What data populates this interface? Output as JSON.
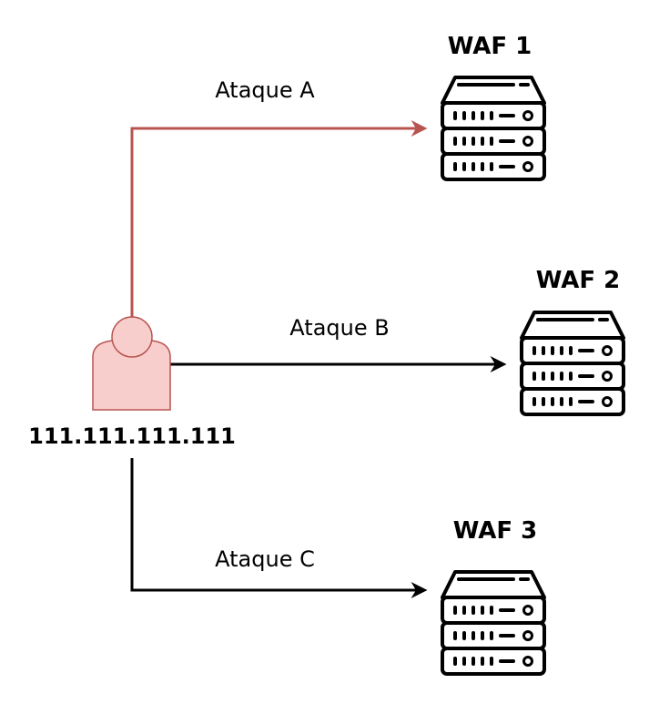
{
  "attacker": {
    "icon": "user-icon",
    "ip": "111.111.111.111",
    "fill": "#f8cecc",
    "stroke": "#b85450"
  },
  "attacks": [
    {
      "label": "Ataque A",
      "target": "WAF 1",
      "color": "#b85450"
    },
    {
      "label": "Ataque B",
      "target": "WAF 2",
      "color": "#000000"
    },
    {
      "label": "Ataque C",
      "target": "WAF 3",
      "color": "#000000"
    }
  ],
  "wafs": [
    {
      "label": "WAF 1",
      "icon": "server-icon"
    },
    {
      "label": "WAF 2",
      "icon": "server-icon"
    },
    {
      "label": "WAF 3",
      "icon": "server-icon"
    }
  ]
}
